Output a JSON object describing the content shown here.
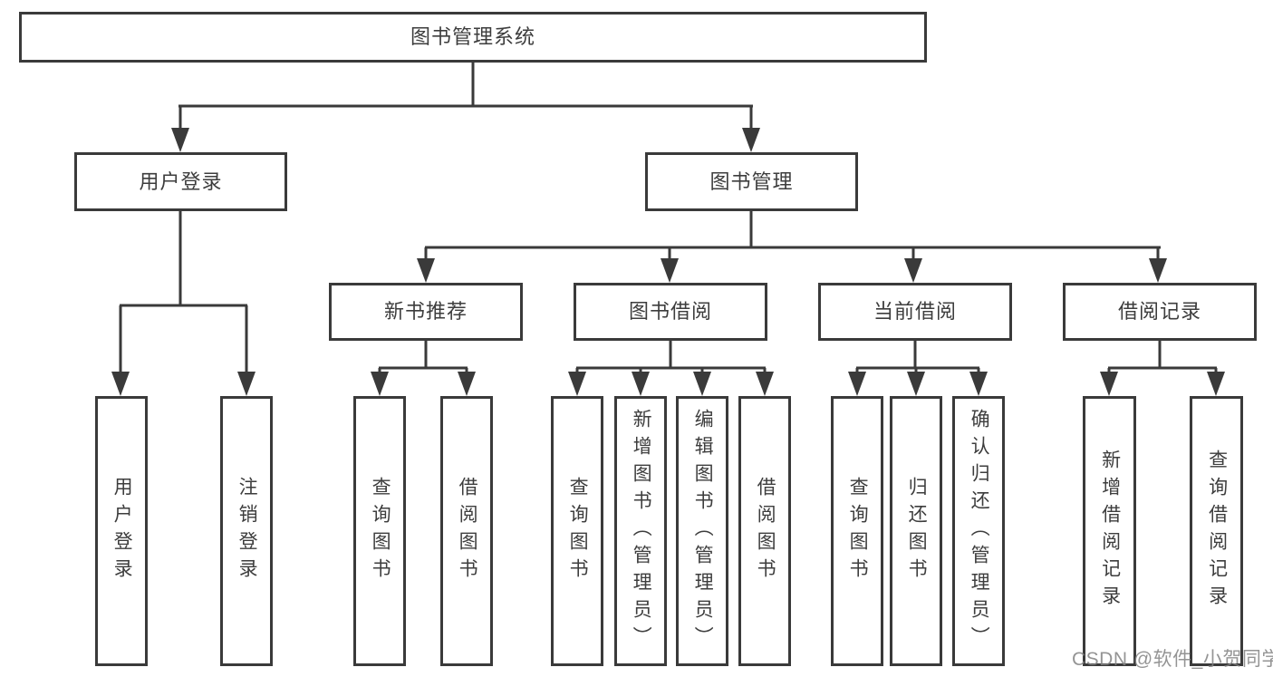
{
  "tree": {
    "root": "图书管理系统",
    "level2": {
      "user_login": "用户登录",
      "book_management": "图书管理"
    },
    "user_login_children": {
      "login": "用户登录",
      "logout": "注销登录"
    },
    "book_management_children": {
      "new_book_recommend": "新书推荐",
      "book_borrow": "图书借阅",
      "current_borrow": "当前借阅",
      "borrow_records": "借阅记录"
    },
    "new_book_recommend_children": {
      "query_books": "查询图书",
      "borrow_books": "借阅图书"
    },
    "book_borrow_children": {
      "query_books": "查询图书",
      "add_books_admin": "新增图书（管理员）",
      "edit_books_admin": "编辑图书（管理员）",
      "borrow_books": "借阅图书"
    },
    "current_borrow_children": {
      "query_books": "查询图书",
      "return_books": "归还图书",
      "confirm_return_admin": "确认归还（管理员）"
    },
    "borrow_records_children": {
      "add_record": "新增借阅记录",
      "query_record": "查询借阅记录"
    }
  },
  "watermark": "CSDN @软件_小贺同学",
  "colors": {
    "line": "#3a3a3a",
    "text": "#3d3d3d",
    "background": "#ffffff",
    "watermark": "#828282"
  }
}
